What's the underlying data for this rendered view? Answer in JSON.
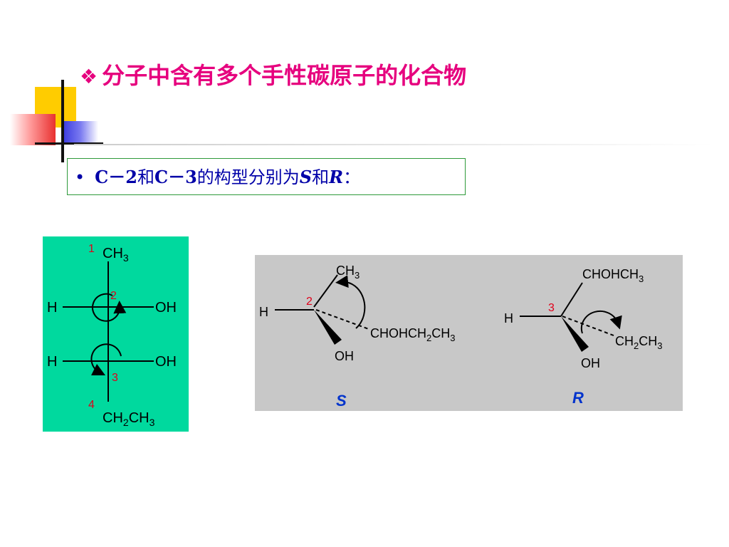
{
  "slide": {
    "title_bullet": "❖",
    "title": "分子中含有多个手性碳原子的化合物",
    "point": {
      "bullet": "•",
      "p1": "C－2",
      "p2": "和",
      "p3": "C－3",
      "p4": "的构型分别为",
      "p5": "S",
      "p6": "和",
      "p7": "R",
      "p8": "："
    }
  },
  "fischer": {
    "label_1": "1",
    "label_2": "2",
    "label_3": "3",
    "label_4": "4",
    "top_group": "CH",
    "top_sub": "3",
    "h_upper": "H",
    "oh_upper": "OH",
    "h_lower": "H",
    "oh_lower": "OH",
    "bot_a": "CH",
    "bot_sub1": "2",
    "bot_b": "CH",
    "bot_sub2": "3",
    "colors": {
      "background": "#00d99e",
      "numbers": "#e0001a"
    }
  },
  "wedges": {
    "left": {
      "carbon": "2",
      "ch3": "CH",
      "ch3_sub": "3",
      "h": "H",
      "rest_a": "CHOHCH",
      "rest_sub1": "2",
      "rest_b": "CH",
      "rest_sub2": "3",
      "oh": "OH",
      "config": "S"
    },
    "right": {
      "carbon": "3",
      "top_a": "CHOHCH",
      "top_sub": "3",
      "h": "H",
      "et_a": "CH",
      "et_sub1": "2",
      "et_b": "CH",
      "et_sub2": "3",
      "oh": "OH",
      "config": "R"
    },
    "colors": {
      "background": "#c8c8c8",
      "config": "#0033cc",
      "numbers": "#e0001a"
    }
  }
}
